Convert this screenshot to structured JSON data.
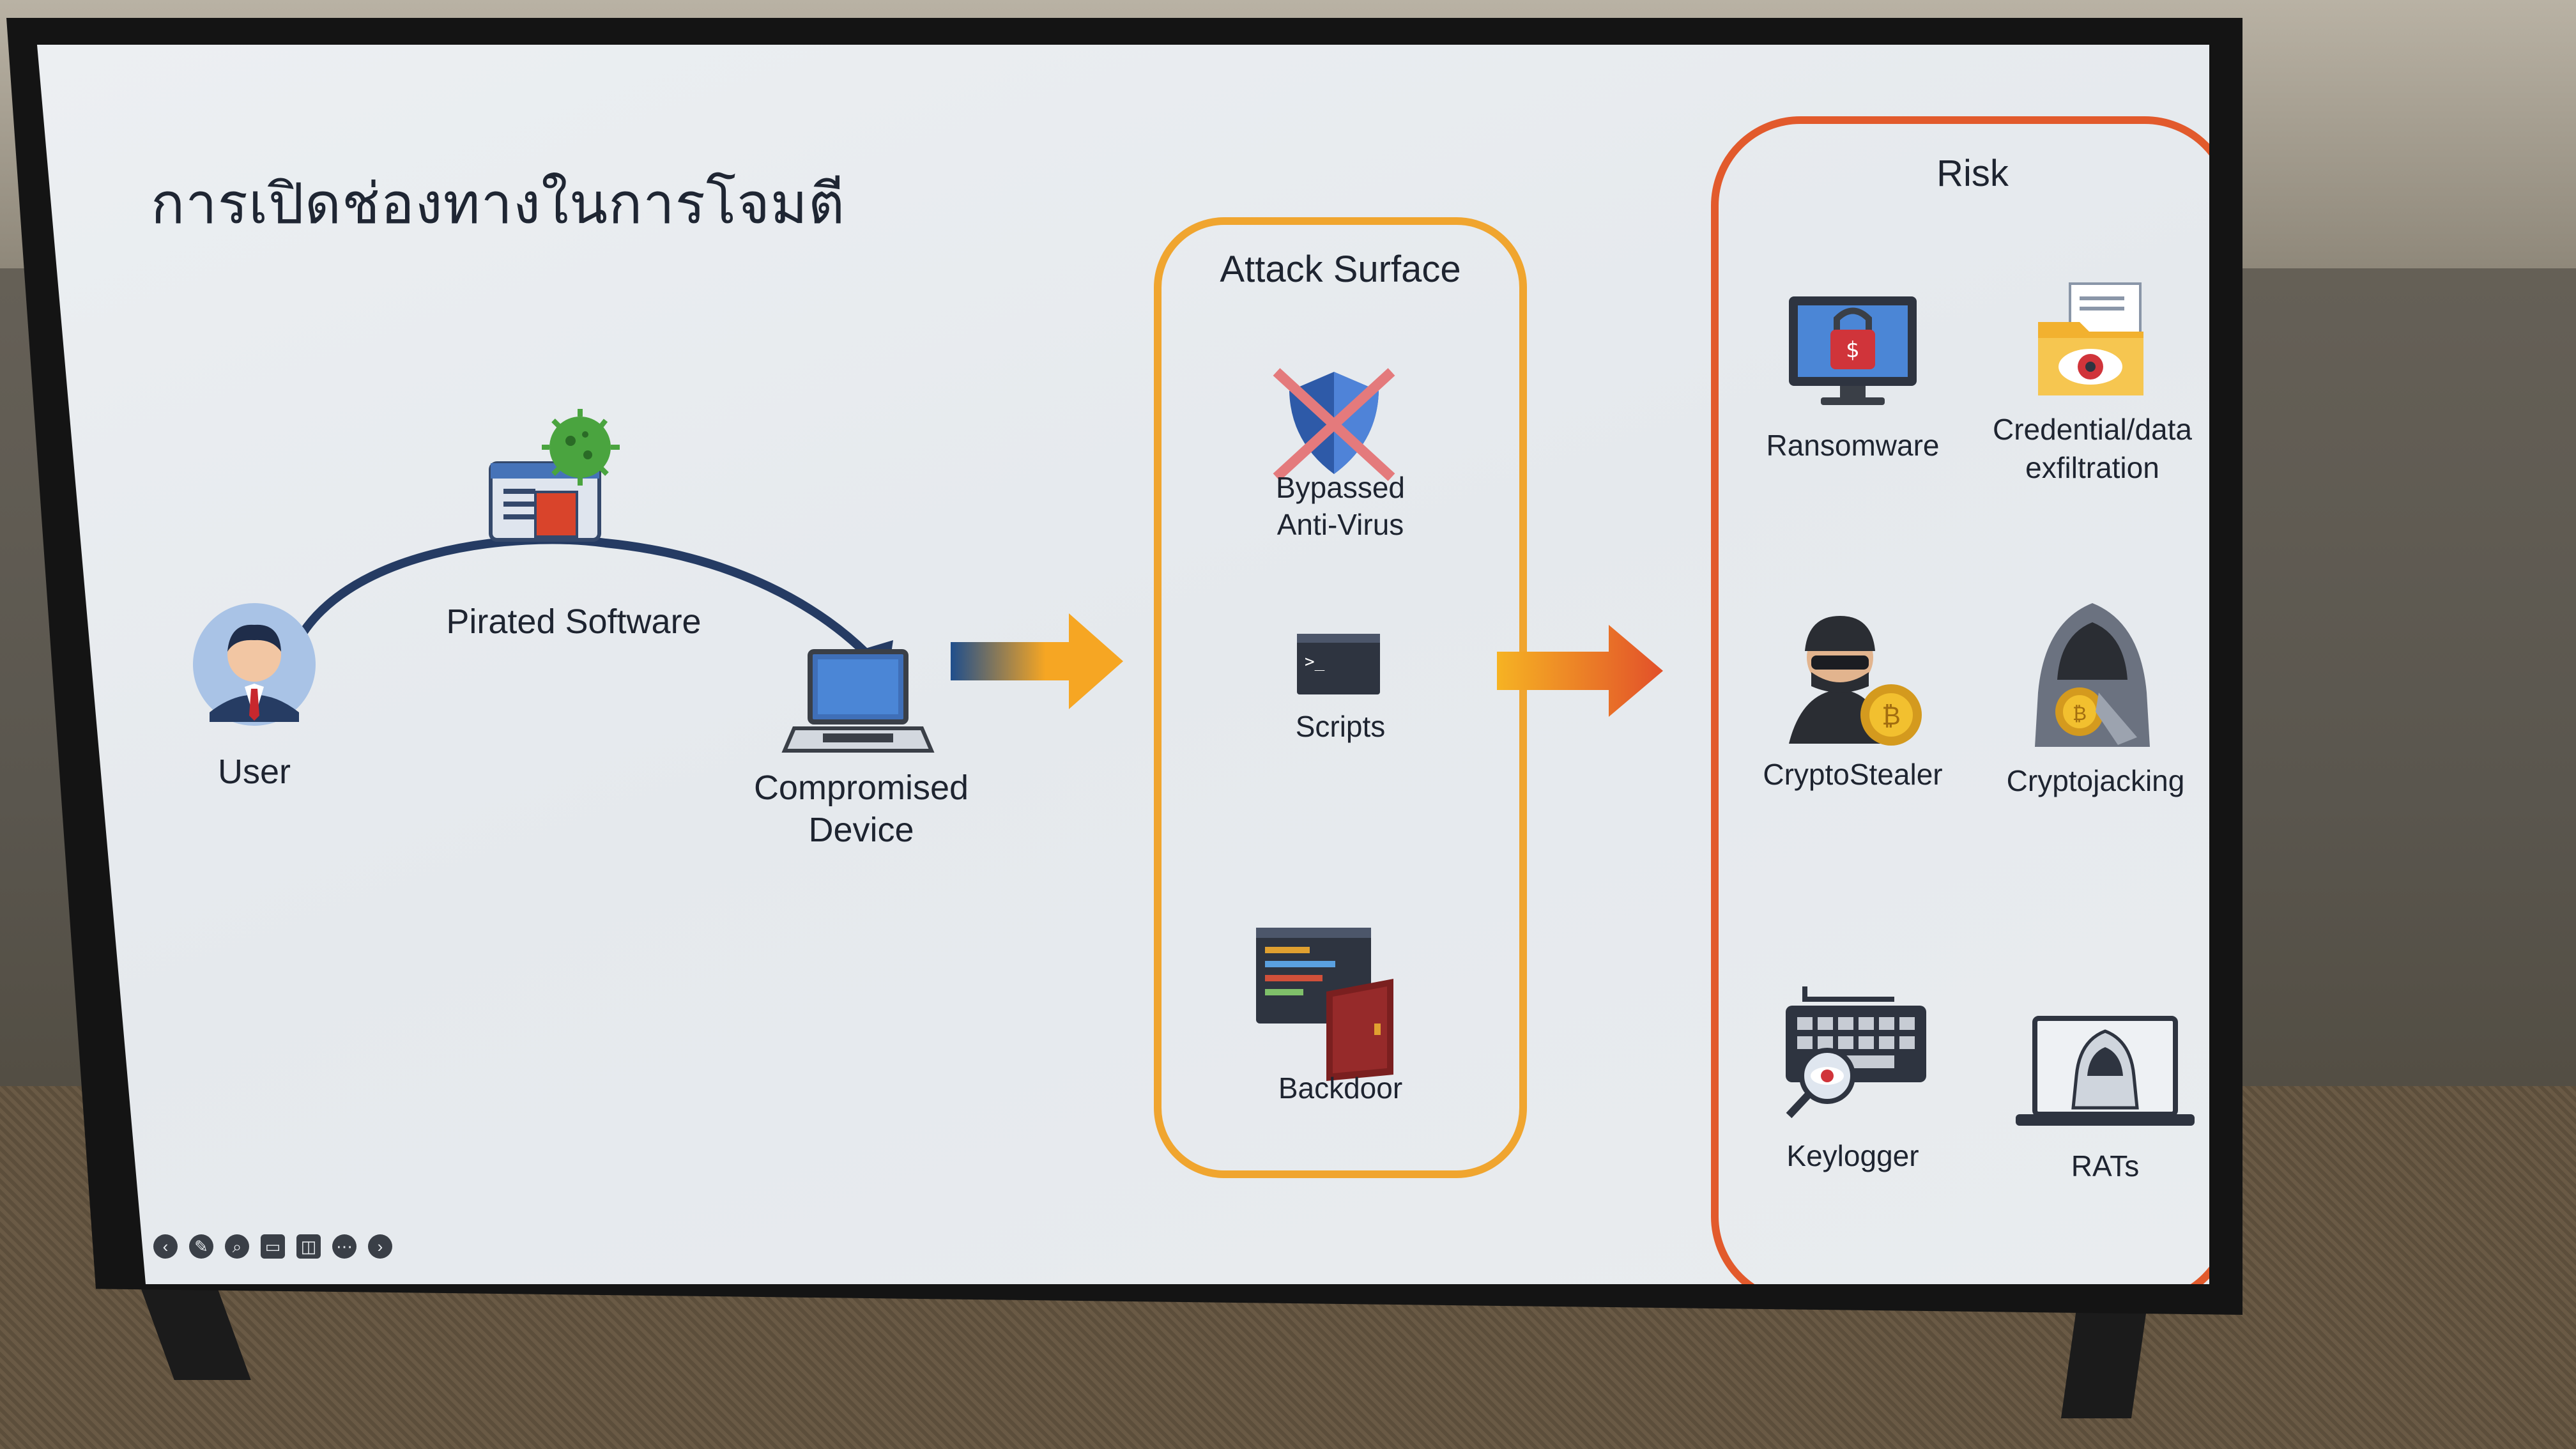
{
  "slide": {
    "title": "การเปิดช่องทางในการโจมตี"
  },
  "flow": {
    "user_label": "User",
    "pirated_label": "Pirated Software",
    "device_label_line1": "Compromised",
    "device_label_line2": "Device"
  },
  "attack_surface": {
    "title": "Attack Surface",
    "items": [
      {
        "label_line1": "Bypassed",
        "label_line2": "Anti-Virus",
        "icon": "shield-crossed-icon"
      },
      {
        "label_line1": "Scripts",
        "label_line2": "",
        "icon": "terminal-icon"
      },
      {
        "label_line1": "Backdoor",
        "label_line2": "",
        "icon": "door-icon"
      }
    ]
  },
  "risk": {
    "title": "Risk",
    "items": [
      {
        "label_line1": "Ransomware",
        "label_line2": "",
        "icon": "ransomware-monitor-icon"
      },
      {
        "label_line1": "Credential/data",
        "label_line2": "exfiltration",
        "icon": "folder-eye-icon"
      },
      {
        "label_line1": "CryptoStealer",
        "label_line2": "",
        "icon": "thief-bitcoin-icon"
      },
      {
        "label_line1": "Cryptojacking",
        "label_line2": "",
        "icon": "hooded-hacker-icon"
      },
      {
        "label_line1": "Keylogger",
        "label_line2": "",
        "icon": "keyboard-magnifier-icon"
      },
      {
        "label_line1": "RATs",
        "label_line2": "",
        "icon": "laptop-hacker-icon"
      }
    ]
  },
  "colors": {
    "attack_border": "#f0a52f",
    "risk_border": "#e25a2c",
    "arrow_start": "#1f4e8c",
    "arrow_end": "#f6a623",
    "arrow2_start": "#f6b323",
    "arrow2_end": "#e2502a"
  }
}
